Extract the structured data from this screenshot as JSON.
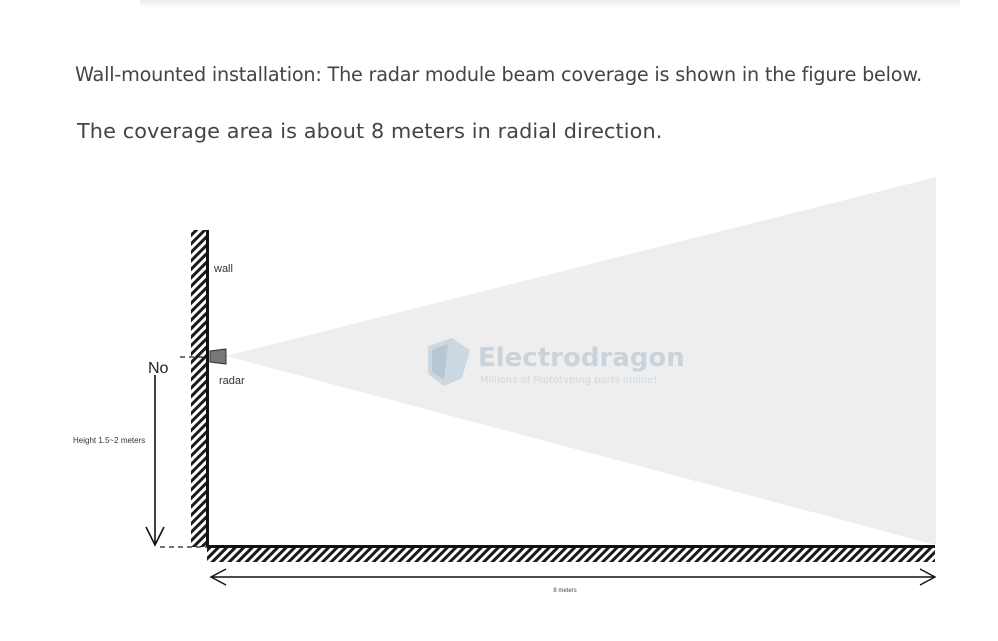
{
  "document": {
    "paragraphs": [
      "Wall-mounted installation: The radar module beam coverage is shown in the figure below.",
      "The coverage area is about 8 meters in radial direction."
    ]
  },
  "figure": {
    "labels": {
      "wall": "wall",
      "radar": "radar",
      "no": "No",
      "height": "Height 1.5~2 meters",
      "range": "8 meters"
    },
    "watermark": {
      "brand": "Electrodragon",
      "tagline": "Millions of Prototyping parts online!"
    },
    "colors": {
      "beam": "#eeeeee",
      "radar": "#777777",
      "hatch": "#1a1a1a",
      "watermark": "#b7c7d4"
    }
  }
}
